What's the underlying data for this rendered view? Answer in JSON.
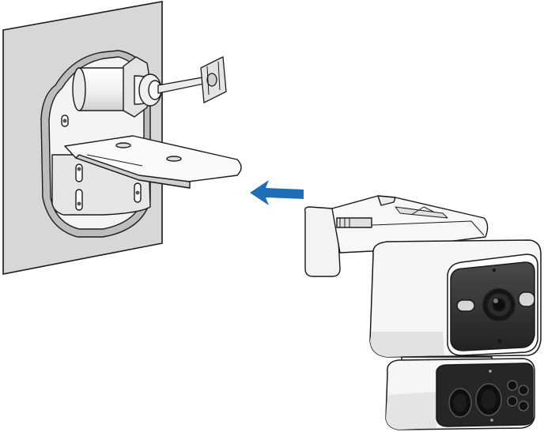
{
  "figure": {
    "labels": [],
    "colors": {
      "wall": "#d7d7d7",
      "outline": "#1a1a1a",
      "white_part": "#f7f7f7",
      "shade": "#cfcfcf",
      "lens_face": "#3a3a3a",
      "arrow": "#1f6fb8"
    },
    "parts": [
      "wall-plate",
      "wall-mount-bracket",
      "mounting-screw-with-anchor",
      "mount-slide-plate",
      "insertion-arrow",
      "camera-mounting-base",
      "camera-upper-unit",
      "camera-lower-unit"
    ]
  }
}
